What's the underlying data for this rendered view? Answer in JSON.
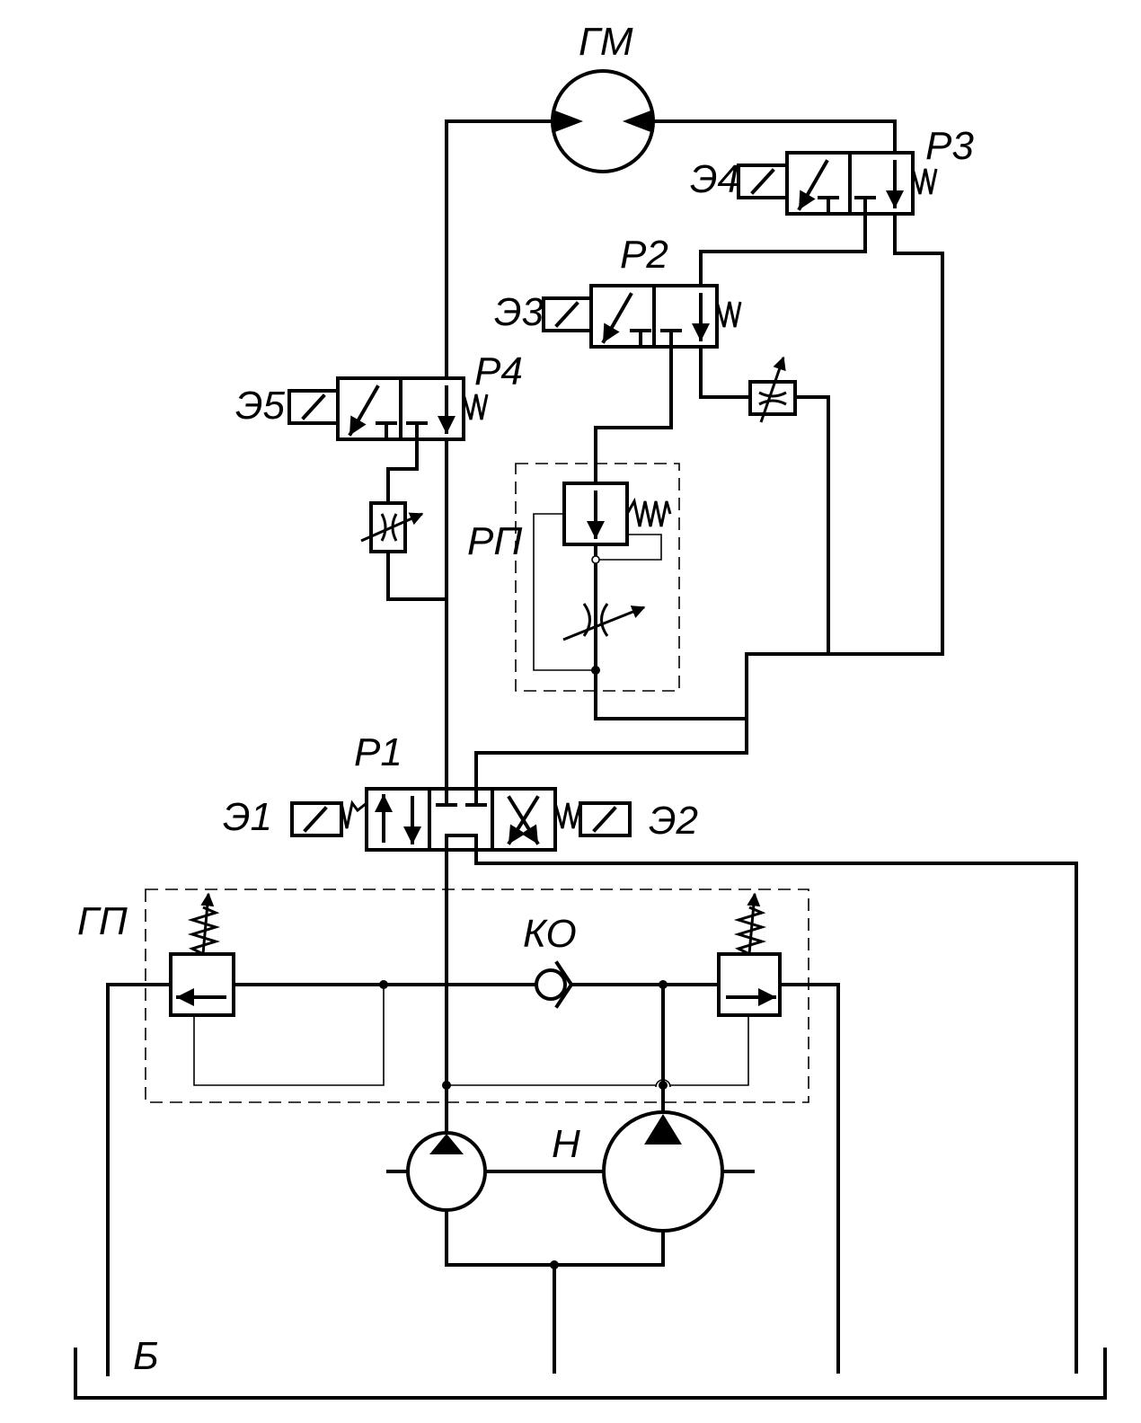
{
  "labels": {
    "gm": "ГМ",
    "r3": "Р3",
    "e4": "Э4",
    "r2": "Р2",
    "e3": "Э3",
    "r4": "Р4",
    "e5": "Э5",
    "rp": "РП",
    "r1": "Р1",
    "e1": "Э1",
    "e2": "Э2",
    "gp": "ГП",
    "ko": "КО",
    "n": "Н",
    "b": "Б"
  }
}
